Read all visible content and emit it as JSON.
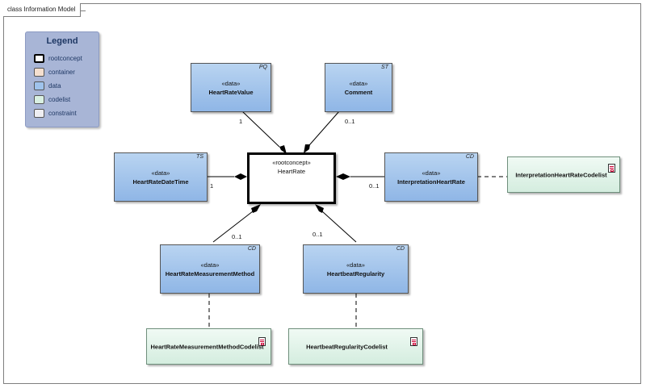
{
  "frame": {
    "title": "class Information Model"
  },
  "legend": {
    "title": "Legend",
    "items": [
      {
        "label": "rootconcept",
        "color": "#ffffff"
      },
      {
        "label": "container",
        "color": "#f4dfcf"
      },
      {
        "label": "data",
        "color": "#9fc3ec"
      },
      {
        "label": "codelist",
        "color": "#d9f0e2"
      },
      {
        "label": "constraint",
        "color": "#eeeef2"
      }
    ]
  },
  "classes": {
    "root": {
      "stereotype": "«rootconcept»",
      "name": "HeartRate"
    },
    "heart_rate_value": {
      "stereotype": "«data»",
      "name": "HeartRateValue",
      "type": "PQ"
    },
    "comment": {
      "stereotype": "«data»",
      "name": "Comment",
      "type": "ST"
    },
    "heart_rate_date_time": {
      "stereotype": "«data»",
      "name": "HeartRateDateTime",
      "type": "TS"
    },
    "interpretation_heart_rate": {
      "stereotype": "«data»",
      "name": "InterpretationHeartRate",
      "type": "CD"
    },
    "heart_rate_measurement_method": {
      "stereotype": "«data»",
      "name": "HeartRateMeasurementMethod",
      "type": "CD"
    },
    "heartbeat_regularity": {
      "stereotype": "«data»",
      "name": "HeartbeatRegularity",
      "type": "CD"
    }
  },
  "codelists": {
    "interpretation": {
      "name": "InterpretationHeartRateCodelist"
    },
    "measurement_method": {
      "name": "HeartRateMeasurementMethodCodelist"
    },
    "heartbeat_regularity": {
      "name": "HeartbeatRegularityCodelist"
    }
  },
  "multiplicities": {
    "heart_rate_value": "1",
    "comment": "0..1",
    "heart_rate_date_time": "1",
    "interpretation_heart_rate": "0..1",
    "heart_rate_measurement_method": "0..1",
    "heartbeat_regularity": "0..1"
  },
  "colors": {
    "data_fill": "#9fc3ec",
    "codelist_fill": "#d9f0e2",
    "legend_fill": "#a8b5d6",
    "legend_text": "#1f3864",
    "root_border": "#000000"
  }
}
